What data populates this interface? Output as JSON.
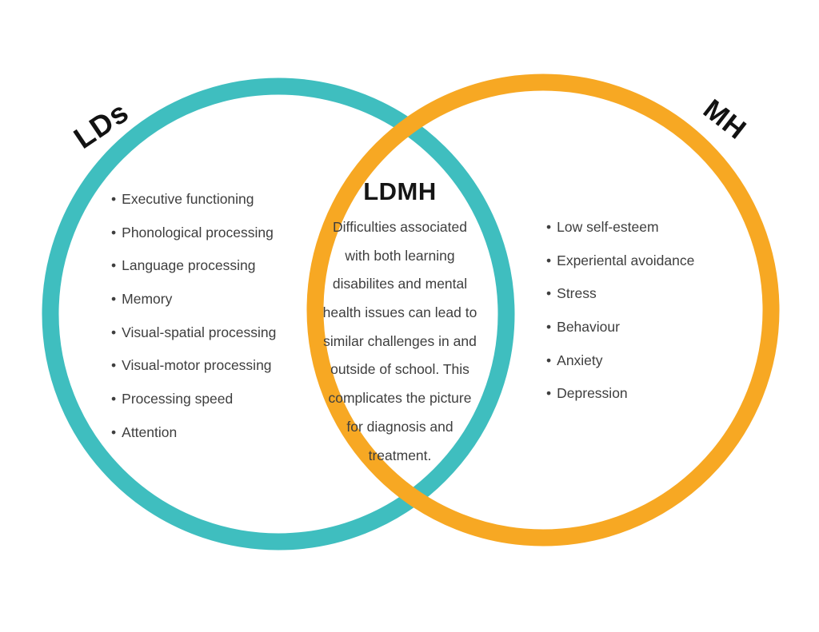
{
  "diagram": {
    "bullet": "•",
    "left_circle": {
      "label": "LDs",
      "color": "#3FBEBF",
      "items": [
        "Executive functioning",
        "Phonological processing",
        "Language processing",
        "Memory",
        "Visual-spatial processing",
        "Visual-motor processing",
        "Processing speed",
        "Attention"
      ]
    },
    "right_circle": {
      "label": "MH",
      "color": "#F7A823",
      "items": [
        "Low self-esteem",
        "Experiental avoidance",
        "Stress",
        "Behaviour",
        "Anxiety",
        "Depression"
      ]
    },
    "intersection": {
      "heading": "LDMH",
      "lines": [
        "Difficulties associated",
        "with both learning",
        "disabilites and mental",
        "health issues can lead to",
        "similar challenges in and",
        "outside of school. This",
        "complicates the picture",
        "for diagnosis and",
        "treatment."
      ]
    }
  }
}
